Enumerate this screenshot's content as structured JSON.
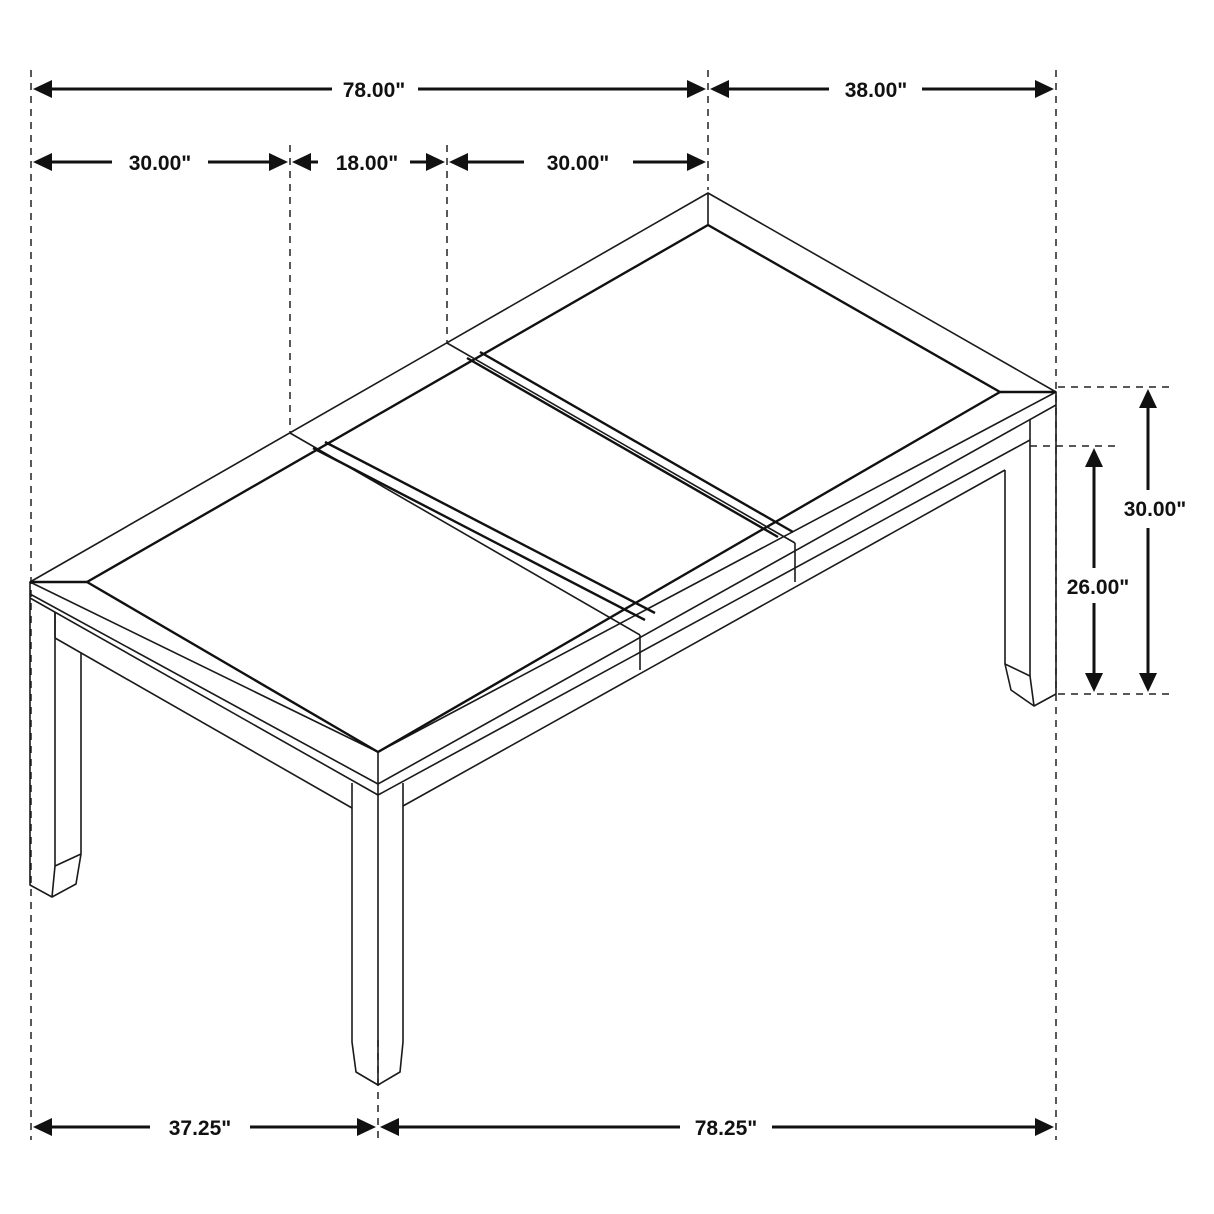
{
  "diagram": {
    "subject": "Extension dining table dimension drawing",
    "units": "inches",
    "colors": {
      "line": "#111111",
      "background": "#ffffff"
    },
    "dimensions": {
      "overall_length_top": "78.00\"",
      "leaf_extension": "38.00\"",
      "left_section": "30.00\"",
      "middle_leaf": "18.00\"",
      "right_section": "30.00\"",
      "overall_height": "30.00\"",
      "apron_clearance": "26.00\"",
      "depth_bottom": "37.25\"",
      "length_bottom": "78.25\""
    }
  }
}
